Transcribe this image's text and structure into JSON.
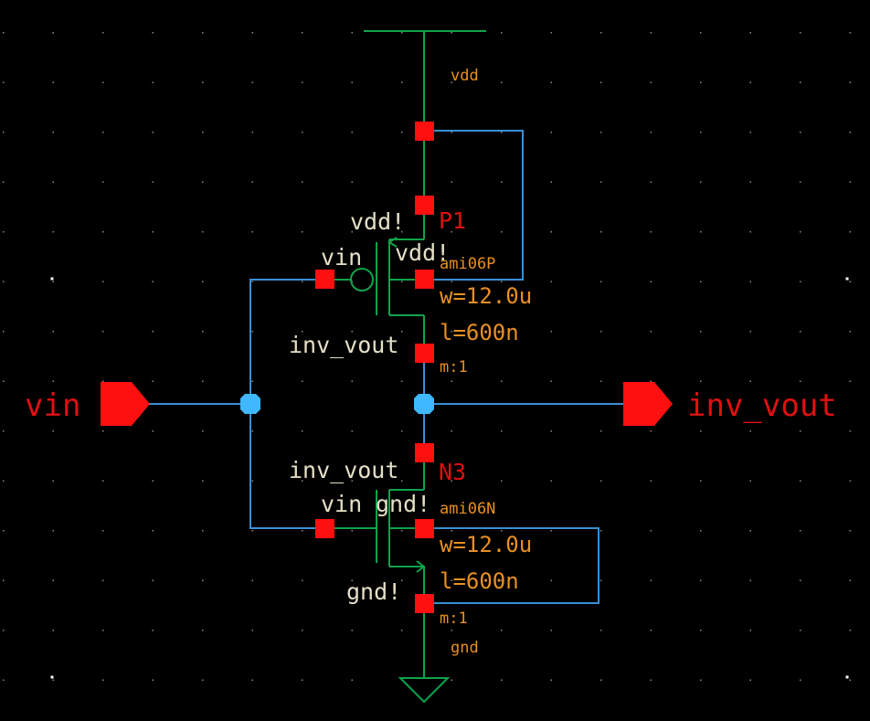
{
  "colors": {
    "background": "#000000",
    "device_wire": "#0fa34a",
    "net_wire": "#3a8fd6",
    "pin": "#ff1010",
    "net_label": "#e01010",
    "param_label": "#e89020",
    "terminal_label": "#e6e0c8"
  },
  "nets": {
    "vdd": "vdd",
    "gnd": "gnd"
  },
  "ports": {
    "input": "vin",
    "output": "inv_vout"
  },
  "pmos": {
    "instance": "P1",
    "model": "ami06P",
    "w": "w=12.0u",
    "l": "l=600n",
    "m": "m:1",
    "bulk_label": "vdd!",
    "source_label": "vdd!",
    "gate_label": "vin",
    "drain_label": "inv_vout"
  },
  "nmos": {
    "instance": "N3",
    "model": "ami06N",
    "w": "w=12.0u",
    "l": "l=600n",
    "m": "m:1",
    "drain_label": "inv_vout",
    "gate_label": "vin",
    "bulk_label": "gnd!",
    "source_label": "gnd!"
  }
}
